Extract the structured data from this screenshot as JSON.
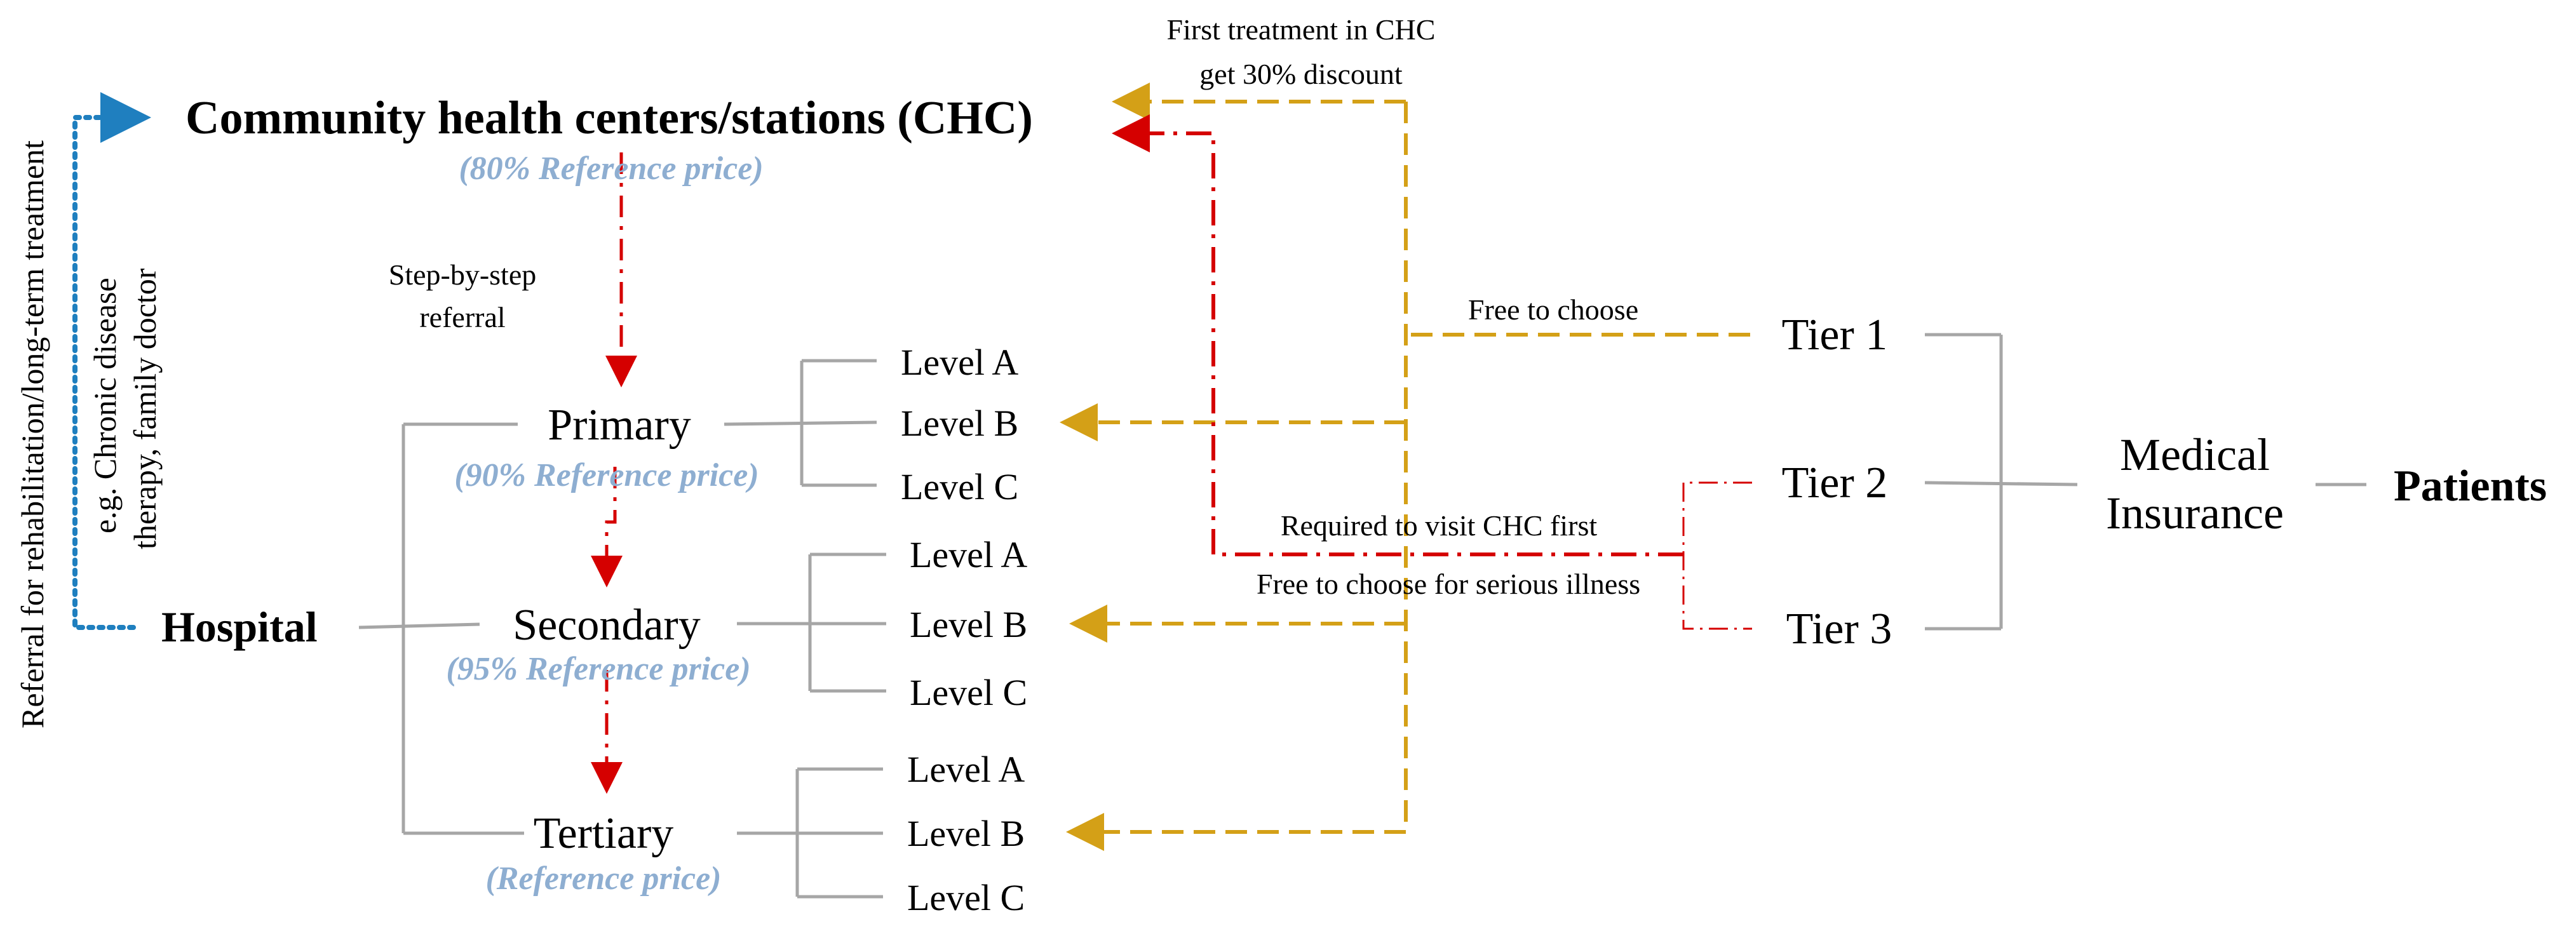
{
  "colors": {
    "gray": "#a6a6a6",
    "gold": "#d4a017",
    "red": "#d50000",
    "blue": "#1f7fbf",
    "price_blue": "#8eaed1",
    "text": "#000000"
  },
  "chc": {
    "title": "Community health centers/stations (CHC)",
    "price": "(80% Reference price)"
  },
  "hospital": {
    "label": "Hospital",
    "primary": {
      "label": "Primary",
      "price": "(90% Reference price)",
      "levels": [
        "Level A",
        "Level B",
        "Level C"
      ]
    },
    "secondary": {
      "label": "Secondary",
      "price": "(95% Reference price)",
      "levels": [
        "Level A",
        "Level B",
        "Level C"
      ]
    },
    "tertiary": {
      "label": "Tertiary",
      "price": "(Reference price)",
      "levels": [
        "Level A",
        "Level B",
        "Level C"
      ]
    }
  },
  "referral": {
    "step_line1": "Step-by-step",
    "step_line2": "referral",
    "side_line1": "Referral for rehabilitation/long-term treatment",
    "side_line2": "e.g. Chronic disease",
    "side_line3": "therapy, family doctor"
  },
  "tiers": {
    "tier1": "Tier 1",
    "tier2": "Tier 2",
    "tier3": "Tier 3"
  },
  "annotations": {
    "first_treatment_line1": "First treatment in CHC",
    "first_treatment_line2": "get 30% discount",
    "free_to_choose": "Free to choose",
    "required_chc": "Required to visit CHC first",
    "serious_illness": "Free to choose for serious illness"
  },
  "insurance": {
    "line1": "Medical",
    "line2": "Insurance"
  },
  "patients": "Patients"
}
